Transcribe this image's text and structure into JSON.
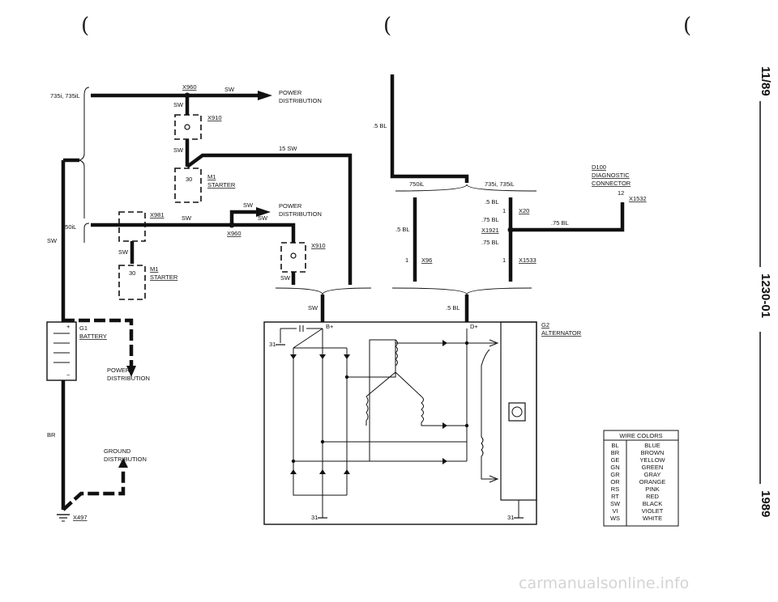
{
  "margin_marks": [
    "(",
    "(",
    "("
  ],
  "side_header": {
    "date": "11/89",
    "page": "1230-01",
    "year": "1989"
  },
  "labels": {
    "model_735": "735i, 735iL",
    "model_750": "750iL",
    "sw_left": "SW",
    "x960_top": "X960",
    "sw_top": "SW",
    "power_dist_top_1": "POWER",
    "power_dist_top_2": "DISTRIBUTION",
    "sw_a": "SW",
    "x910_top": "X910",
    "sw_b": "SW",
    "sw15": "15 SW",
    "m1_30": "30",
    "m1_top": "M1",
    "starter_top": "STARTER",
    "sw_mid": "SW",
    "power_dist_mid_1": "POWER",
    "power_dist_mid_2": "DISTRIBUTION",
    "x981": "X981",
    "sw_c": "SW",
    "sw_d": "SW",
    "x960_mid": "X960",
    "x910_mid": "X910",
    "sw_e": "SW",
    "sw_f": "SW",
    "m1_30_b": "30",
    "m1_bottom": "M1",
    "starter_bottom": "STARTER",
    "g1": "G1",
    "battery": "BATTERY",
    "power_dist_bat_1": "POWER",
    "power_dist_bat_2": "DISTRIBUTION",
    "br": "BR",
    "ground_dist_1": "GROUND",
    "ground_dist_2": "DISTRIBUTION",
    "x497": "X497",
    "bl5_top": ".5 BL",
    "model_750_r": "750iL",
    "model_735_r": "735i, 735iL",
    "bl5_mid": ".5 BL",
    "one_a": "1",
    "x96": "X96",
    "bl5_c": ".5 BL",
    "one_b": "1",
    "x20": "X20",
    "bl75_a": ".75 BL",
    "x1921": "X1921",
    "bl75_b": ".75 BL",
    "one_c": "1",
    "x1533": "X1533",
    "bl75_c": ".75 BL",
    "d100": "D100",
    "diagnostic": "DIAGNOSTIC",
    "connector": "CONNECTOR",
    "twelve": "12",
    "x1532": "X1532",
    "sw_g": "SW",
    "bl5_d": ".5 BL",
    "b_plus": "B+",
    "d_plus": "D+",
    "g31_a": "31",
    "g31_b": "31",
    "g31_c": "31",
    "g2": "G2",
    "alternator": "ALTERNATOR",
    "plus": "+",
    "minus": "−"
  },
  "wire_colors": {
    "title": "WIRE COLORS",
    "rows": [
      {
        "code": "BL",
        "name": "BLUE"
      },
      {
        "code": "BR",
        "name": "BROWN"
      },
      {
        "code": "GE",
        "name": "YELLOW"
      },
      {
        "code": "GN",
        "name": "GREEN"
      },
      {
        "code": "GR",
        "name": "GRAY"
      },
      {
        "code": "OR",
        "name": "ORANGE"
      },
      {
        "code": "RS",
        "name": "PINK"
      },
      {
        "code": "RT",
        "name": "RED"
      },
      {
        "code": "SW",
        "name": "BLACK"
      },
      {
        "code": "VI",
        "name": "VIOLET"
      },
      {
        "code": "WS",
        "name": "WHITE"
      }
    ]
  },
  "watermark": "carmanualsonline.info",
  "colors": {
    "ink": "#111111",
    "watermark": "#d4d4d4",
    "paper": "#ffffff"
  }
}
